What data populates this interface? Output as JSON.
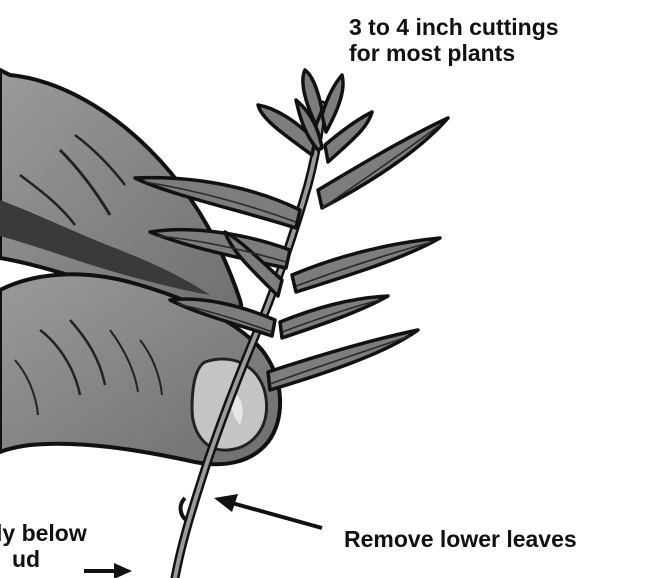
{
  "labels": {
    "cutting_length": {
      "line1": "3 to 4 inch cuttings",
      "line2": "for most plants"
    },
    "remove_leaves": "Remove lower leaves",
    "cut_position": {
      "line1": "ly below",
      "line2": "ud"
    }
  },
  "colors": {
    "skin": "#8c8c8c",
    "skin_light": "#b5b5b5",
    "skin_dark": "#4a4a4a",
    "leaf": "#7d7d7d",
    "outline": "#111111",
    "text": "#111111"
  }
}
